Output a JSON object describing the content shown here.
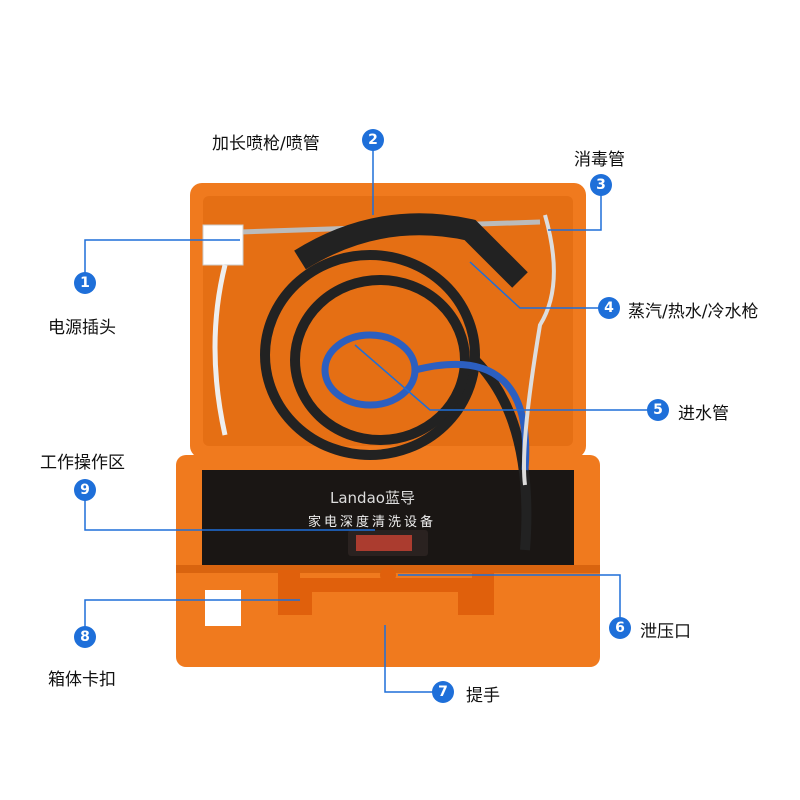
{
  "callouts": [
    {
      "num": "1",
      "label": "电源插头"
    },
    {
      "num": "2",
      "label": "加长喷枪/喷管"
    },
    {
      "num": "3",
      "label": "消毒管"
    },
    {
      "num": "4",
      "label": "蒸汽/热水/冷水枪"
    },
    {
      "num": "5",
      "label": "进水管"
    },
    {
      "num": "6",
      "label": "泄压口"
    },
    {
      "num": "7",
      "label": "提手"
    },
    {
      "num": "8",
      "label": "箱体卡扣"
    },
    {
      "num": "9",
      "label": "工作操作区"
    }
  ],
  "panel": {
    "brand": "Landao蓝导",
    "title": "家电深度清洗设备"
  },
  "colors": {
    "case": "#f07a1e",
    "callout": "#1e6fd9",
    "panel": "#1a1614"
  }
}
